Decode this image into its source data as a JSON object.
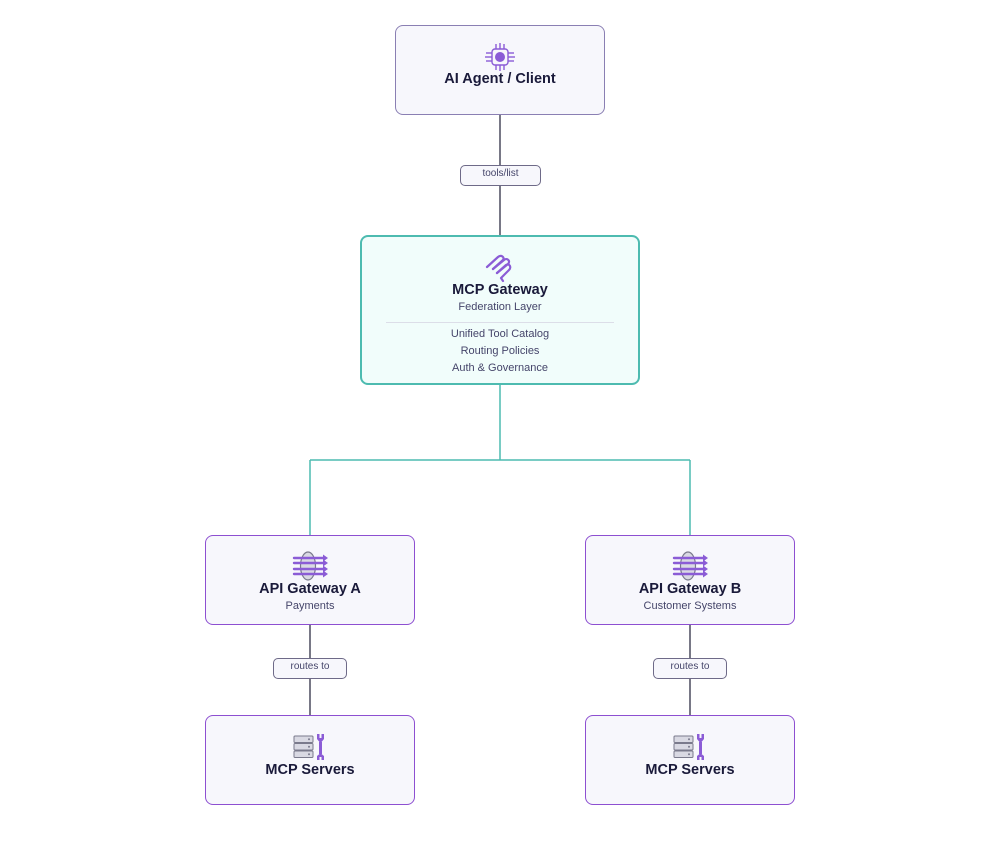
{
  "client": {
    "title": "AI Agent / Client",
    "icon": "ai-chip-icon"
  },
  "edges": {
    "client_to_gateway": "tools/list",
    "gateway_a_to_servers": "routes to",
    "gateway_b_to_servers": "routes to"
  },
  "mcp_gateway": {
    "title": "MCP Gateway",
    "subtitle": "Federation Layer",
    "icon": "mcp-logo-icon",
    "features": [
      "Unified Tool Catalog",
      "Routing Policies",
      "Auth & Governance"
    ]
  },
  "api_gateways": [
    {
      "title": "API Gateway A",
      "subtitle": "Payments",
      "icon": "api-gateway-icon"
    },
    {
      "title": "API Gateway B",
      "subtitle": "Customer Systems",
      "icon": "api-gateway-icon"
    }
  ],
  "servers": [
    {
      "title": "MCP Servers",
      "icon": "server-tools-icon"
    },
    {
      "title": "MCP Servers",
      "icon": "server-tools-icon"
    }
  ],
  "colors": {
    "teal_accent": "#4dbbb0",
    "purple_accent": "#8d4fd1",
    "icon_purple": "#8b5cd6",
    "node_fill": "#f7f7fc",
    "gateway_fill": "#f1fdfb",
    "dark_line": "#4a4a5e"
  }
}
